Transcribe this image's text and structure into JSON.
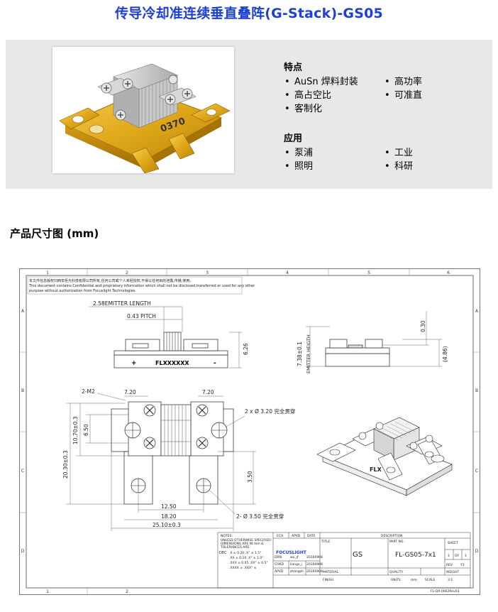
{
  "header": {
    "title": "传导冷却准连续垂直叠阵(G-Stack)-GS05"
  },
  "features": {
    "heading": "特点",
    "left": [
      "AuSn 焊料封装",
      "高占空比",
      "客制化"
    ],
    "right": [
      "高功率",
      "可准直"
    ]
  },
  "applications": {
    "heading": "应用",
    "left": [
      "泵浦",
      "照明"
    ],
    "right": [
      "工业",
      "科研"
    ]
  },
  "photo": {
    "marking": "0370"
  },
  "dimensions": {
    "heading": "产品尺寸图 (mm)"
  },
  "drawing": {
    "grid_cols": [
      "1",
      "2",
      "3",
      "4",
      "5",
      "6"
    ],
    "grid_rows": [
      "A",
      "B",
      "C",
      "D"
    ],
    "notice": [
      "本文件信息版权归西安炬光科技有限公司所有,任何公司或个人未经授权,不得以任何目的泄露,传播,使用。",
      "This document contains Confidential and proprietary information which shall not be disclosed,transferred or used for any other",
      "purpose without authorization from Focuslight Technologies."
    ],
    "front": {
      "emitter_length": "2.58EMITTER LENGTH",
      "pitch": "0.43 PITCH",
      "height": "6.26",
      "plus": "+",
      "minus": "-",
      "label": "FLXXXXXX"
    },
    "side": {
      "emitter_height": "7.38±0.1",
      "emitter_label": "EMITTER HEIGTH",
      "dim_top": "0.30",
      "dim_right": "(4.86)"
    },
    "top": {
      "screw_label": "2-M2",
      "left_width": "7.20",
      "right_width": "7.20",
      "h_total": "20.30±0.3",
      "h_mid": "10.70±0.3",
      "h_hole": "6.50",
      "h_tab": "3.50",
      "w_holes": "12.50",
      "w_tabs": "18.20",
      "w_total": "25.10±0.3",
      "hole_note_1": "2 x Ø 3.20 完全贯穿",
      "hole_note_2": "2- Ø 3.50 完全贯穿"
    },
    "iso": {
      "marking": "FLX"
    },
    "title_block": {
      "notes": "NOTES:",
      "notes_lines": [
        "UNLESS OTHERWISE SPECIFIED:",
        "DIMENSIONS ARE IN mm &",
        "TOLERANCES ARE:"
      ],
      "dec_label": "DEC",
      "tol_lines": [
        ".X ±  0.20    .X° ±  1.5°",
        ".XX ±  0.10   .X° ±  1.0°",
        ".XXX ±  0.05   .XX° ±  0.5°",
        ".XXXX ±        .XXX° ±"
      ],
      "ech": "ECH",
      "apvd": "APVD",
      "date": "DATE",
      "description": "DESCRIPTION",
      "drn": "DRN",
      "drn_name": "wu_jf",
      "chkd": "CHKD",
      "chkd_name": "liangs_j",
      "chkd_date": "20160908",
      "apvd2": "APVD",
      "apvd2_name": "zhangzh",
      "apvd2_date": "20160908",
      "drn_date": "20160908",
      "logo": "FOCUSLIGHT",
      "title_label": "TITLE",
      "title_value": "GS",
      "part_label": "PART NO.",
      "part_value": "FL-GS05-7x1",
      "sheet_label": "SHEET",
      "sheet_value": "1",
      "sheet_of": "OF",
      "sheet_total": "1",
      "rev_label": "REV",
      "rev_value": "Y1",
      "material": "MATERIAL",
      "finish": "FINISH",
      "quality": "QUALITY",
      "weight": "WEIGHT",
      "units": "UNITS",
      "units_value": "mm",
      "scale": "SCALE",
      "scale_value": "3:1",
      "doc_no": "FL-QR-0062Rev03"
    }
  }
}
